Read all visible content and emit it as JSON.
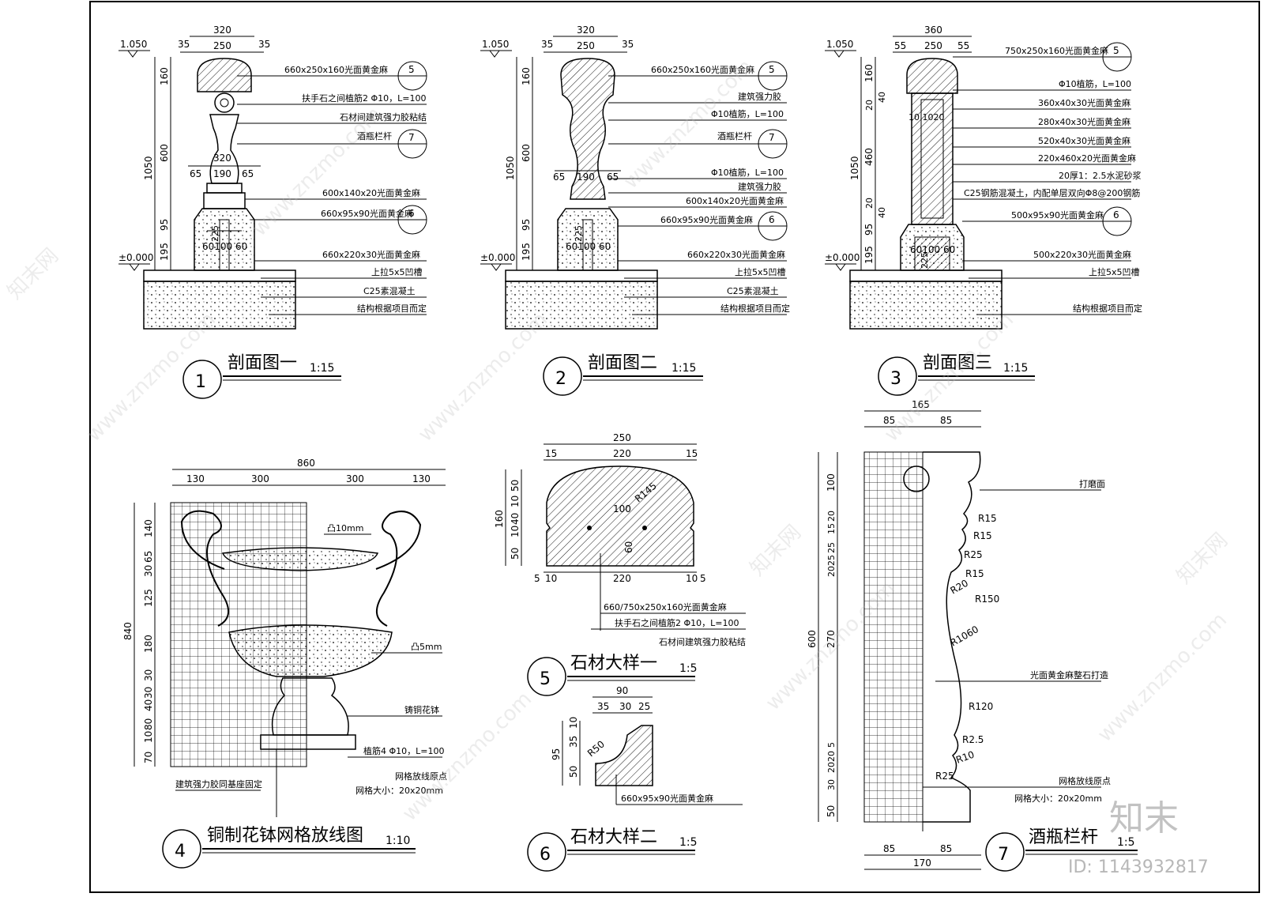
{
  "drawings": {
    "d1": {
      "num": "1",
      "title": "剖面图一",
      "scale": "1:15",
      "elev_top": "1.050",
      "elev_zero": "±0.000",
      "dims_top": [
        "320",
        "35",
        "250",
        "35"
      ],
      "dims_mid": [
        "320",
        "65",
        "190",
        "65"
      ],
      "dims_v": [
        "1050",
        "160",
        "600",
        "95",
        "195"
      ],
      "dims_base": "60100 60",
      "dim_225": "225",
      "notes": [
        "660x250x160光面黄金麻",
        "扶手石之间植筋2 Φ10，L=100",
        "石材间建筑强力胶粘结",
        "酒瓶栏杆",
        "600x140x20光面黄金麻",
        "660x95x90光面黄金麻",
        "660x220x30光面黄金麻",
        "上拉5x5凹槽",
        "C25素混凝土",
        "结构根据项目而定"
      ],
      "tags": [
        "5",
        "7",
        "6"
      ]
    },
    "d2": {
      "num": "2",
      "title": "剖面图二",
      "scale": "1:15",
      "elev_top": "1.050",
      "elev_zero": "±0.000",
      "dims_top": [
        "320",
        "35",
        "250",
        "35"
      ],
      "dims_mid": [
        "65",
        "190",
        "65"
      ],
      "dims_v": [
        "1050",
        "160",
        "600",
        "95",
        "195"
      ],
      "dims_base": "60100 60",
      "dim_225": "225",
      "notes": [
        "660x250x160光面黄金麻",
        "建筑强力胶",
        "Φ10植筋，L=100",
        "酒瓶栏杆",
        "Φ10植筋，L=100",
        "建筑强力胶",
        "600x140x20光面黄金麻",
        "660x95x90光面黄金麻",
        "660x220x30光面黄金麻",
        "上拉5x5凹槽",
        "C25素混凝土",
        "结构根据项目而定"
      ],
      "tags": [
        "5",
        "7",
        "6"
      ]
    },
    "d3": {
      "num": "3",
      "title": "剖面图三",
      "scale": "1:15",
      "elev_top": "1.050",
      "elev_zero": "±0.000",
      "dims_top": [
        "360",
        "55",
        "250",
        "55"
      ],
      "dims_v": [
        "1050",
        "160",
        "20",
        "40",
        "460",
        "20",
        "40",
        "95",
        "195"
      ],
      "dim_inner": "10 1020",
      "dims_base": "60100 60",
      "dim_225": "225",
      "notes": [
        "750x250x160光面黄金麻",
        "Φ10植筋，L=100",
        "360x40x30光面黄金麻",
        "280x40x30光面黄金麻",
        "520x40x30光面黄金麻",
        "220x460x20光面黄金麻",
        "20厚1：2.5水泥砂浆",
        "C25钢筋混凝土，内配单层双向Φ8@200钢筋",
        "500x95x90光面黄金麻",
        "500x220x30光面黄金麻",
        "上拉5x5凹槽",
        "结构根据项目而定"
      ],
      "tags": [
        "5",
        "6"
      ]
    },
    "d4": {
      "num": "4",
      "title": "铜制花钵网格放线图",
      "scale": "1:10",
      "dims_top": [
        "860",
        "130",
        "300",
        "300",
        "130"
      ],
      "dims_v": [
        "840",
        "140",
        "65",
        "30",
        "125",
        "180",
        "30",
        "30",
        "40",
        "80",
        "10",
        "70"
      ],
      "notes": [
        "凸10mm",
        "凸5mm",
        "铸铜花钵",
        "植筋4 Φ10，L=100",
        "网格放线原点",
        "网格大小：20x20mm",
        "建筑强力胶同基座固定"
      ]
    },
    "d5": {
      "num": "5",
      "title": "石材大样一",
      "scale": "1:5",
      "dims_top": [
        "250",
        "15",
        "220",
        "15"
      ],
      "dims_v": [
        "160",
        "50",
        "10",
        "40",
        "10",
        "50"
      ],
      "dims_bottom": [
        "5",
        "10",
        "220",
        "10",
        "5"
      ],
      "inner": [
        "R145",
        "100",
        "60"
      ],
      "notes": [
        "660/750x250x160光面黄金麻",
        "扶手石之间植筋2 Φ10，L=100",
        "石材间建筑强力胶粘结"
      ]
    },
    "d6": {
      "num": "6",
      "title": "石材大样二",
      "scale": "1:5",
      "dims_top": [
        "90",
        "35",
        "30",
        "25"
      ],
      "dims_v": [
        "95",
        "10",
        "35",
        "50"
      ],
      "inner": "R50",
      "notes": [
        "660x95x90光面黄金麻"
      ]
    },
    "d7": {
      "num": "7",
      "title": "酒瓶栏杆",
      "scale": "1:5",
      "dims_top": [
        "165",
        "85",
        "85"
      ],
      "dims_bottom": [
        "85",
        "85",
        "170"
      ],
      "dims_v": [
        "600",
        "100",
        "15",
        "20",
        "25",
        "25",
        "20",
        "270",
        "5",
        "20",
        "20",
        "30",
        "50"
      ],
      "radii": [
        "R15",
        "R15",
        "R25",
        "R15",
        "R20",
        "R150",
        "R1060",
        "R120",
        "R2.5",
        "R10",
        "R25"
      ],
      "notes": [
        "打磨面",
        "光面黄金麻整石打造",
        "网格放线原点",
        "网格大小：20x20mm"
      ]
    }
  },
  "watermark": {
    "text": "www.znzmo.com",
    "brand_cn": "知末",
    "id": "ID: 1143932817",
    "site_cn": "知末网"
  }
}
